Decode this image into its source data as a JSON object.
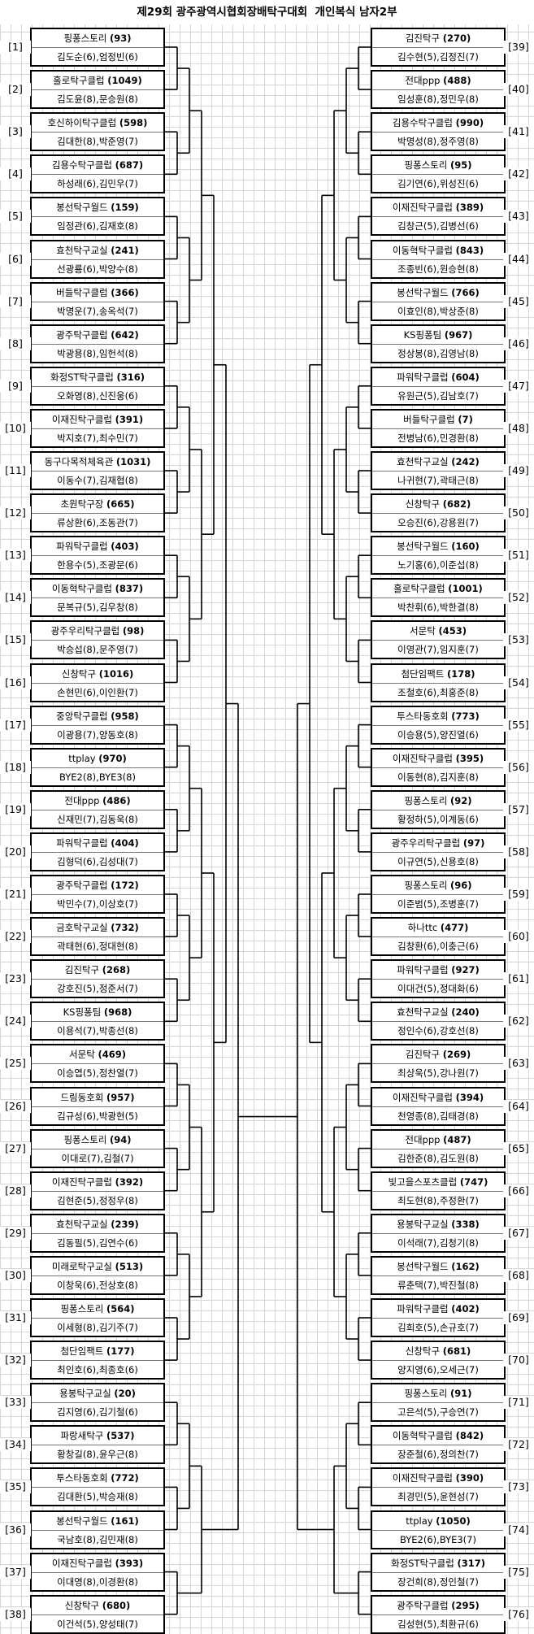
{
  "title": "제29회 광주광역시협회장배탁구대회  개인복식 남자2부",
  "left": [
    {
      "num": "[1]",
      "club": "핑퐁스토리",
      "id": "(93)",
      "players": "김도순(6),엄정빈(6)"
    },
    {
      "num": "[2]",
      "club": "홀로탁구클럽",
      "id": "(1049)",
      "players": "김도윤(8),문승원(8)"
    },
    {
      "num": "[3]",
      "club": "호신하이탁구클럽",
      "id": "(598)",
      "players": "김대한(8),박준영(7)"
    },
    {
      "num": "[4]",
      "club": "김용수탁구클럽",
      "id": "(687)",
      "players": "하성래(6),김민우(7)"
    },
    {
      "num": "[5]",
      "club": "봉선탁구월드",
      "id": "(159)",
      "players": "임정관(6),김재호(8)"
    },
    {
      "num": "[6]",
      "club": "효천탁구교실",
      "id": "(241)",
      "players": "선광룡(6),박양수(8)"
    },
    {
      "num": "[7]",
      "club": "버들탁구클럽",
      "id": "(366)",
      "players": "박명운(7),송옥석(7)"
    },
    {
      "num": "[8]",
      "club": "광주탁구클럽",
      "id": "(642)",
      "players": "박광용(8),임헌석(8)"
    },
    {
      "num": "[9]",
      "club": "화정ST탁구클럽",
      "id": "(316)",
      "players": "오화영(8),신진웅(6)"
    },
    {
      "num": "[10]",
      "club": "이재진탁구클럽",
      "id": "(391)",
      "players": "박지호(7),최수민(7)"
    },
    {
      "num": "[11]",
      "club": "동구다목적체육관",
      "id": "(1031)",
      "players": "이동수(7),김재협(8)"
    },
    {
      "num": "[12]",
      "club": "초원탁구장",
      "id": "(665)",
      "players": "류상환(6),조동관(7)"
    },
    {
      "num": "[13]",
      "club": "파워탁구클럽",
      "id": "(403)",
      "players": "한용수(5),조광문(6)"
    },
    {
      "num": "[14]",
      "club": "이동혁탁구클럽",
      "id": "(837)",
      "players": "문복규(5),김우창(8)"
    },
    {
      "num": "[15]",
      "club": "광주우리탁구클럽",
      "id": "(98)",
      "players": "박승섭(8),문주영(7)"
    },
    {
      "num": "[16]",
      "club": "신창탁구",
      "id": "(1016)",
      "players": "손현민(6),이인환(7)"
    },
    {
      "num": "[17]",
      "club": "중앙탁구클럽",
      "id": "(958)",
      "players": "이광용(7),양동호(8)"
    },
    {
      "num": "[18]",
      "club": "ttplay",
      "id": "(970)",
      "players": "BYE2(8),BYE3(8)"
    },
    {
      "num": "[19]",
      "club": "전대ppp",
      "id": "(486)",
      "players": "신재민(7),김동욱(8)"
    },
    {
      "num": "[20]",
      "club": "파워탁구클럽",
      "id": "(404)",
      "players": "김형덕(6),김성대(7)"
    },
    {
      "num": "[21]",
      "club": "광주탁구클럽",
      "id": "(172)",
      "players": "박민수(7),이상호(7)"
    },
    {
      "num": "[22]",
      "club": "금호탁구교실",
      "id": "(732)",
      "players": "곽태현(6),정대현(8)"
    },
    {
      "num": "[23]",
      "club": "김진탁구",
      "id": "(268)",
      "players": "강호진(5),정준서(7)"
    },
    {
      "num": "[24]",
      "club": "KS핑퐁팀",
      "id": "(968)",
      "players": "이용석(7),박종선(8)"
    },
    {
      "num": "[25]",
      "club": "서문탁",
      "id": "(469)",
      "players": "이승엽(5),정찬열(7)"
    },
    {
      "num": "[26]",
      "club": "드림동호회",
      "id": "(957)",
      "players": "김규성(6),박광현(5)"
    },
    {
      "num": "[27]",
      "club": "핑퐁스토리",
      "id": "(94)",
      "players": "이대로(7),김철(7)"
    },
    {
      "num": "[28]",
      "club": "이재진탁구클럽",
      "id": "(392)",
      "players": "김현준(5),정정우(8)"
    },
    {
      "num": "[29]",
      "club": "효천탁구교실",
      "id": "(239)",
      "players": "김동필(5),김연수(6)"
    },
    {
      "num": "[30]",
      "club": "미래로탁구교실",
      "id": "(513)",
      "players": "이창욱(6),전상호(8)"
    },
    {
      "num": "[31]",
      "club": "핑퐁스토리",
      "id": "(564)",
      "players": "이세형(8),김기주(7)"
    },
    {
      "num": "[32]",
      "club": "첨단임팩트",
      "id": "(177)",
      "players": "최인호(6),최종호(6)"
    },
    {
      "num": "[33]",
      "club": "용봉탁구교실",
      "id": "(20)",
      "players": "김지영(6),김기철(6)"
    },
    {
      "num": "[34]",
      "club": "파랑새탁구",
      "id": "(537)",
      "players": "황창길(8),윤우근(8)"
    },
    {
      "num": "[35]",
      "club": "투스타동호회",
      "id": "(772)",
      "players": "김대환(5),박승재(8)"
    },
    {
      "num": "[36]",
      "club": "봉선탁구월드",
      "id": "(161)",
      "players": "국남호(8),김민재(8)"
    },
    {
      "num": "[37]",
      "club": "이재진탁구클럽",
      "id": "(393)",
      "players": "이대영(8),이경환(8)"
    },
    {
      "num": "[38]",
      "club": "신창탁구",
      "id": "(680)",
      "players": "이건석(5),양성태(7)"
    }
  ],
  "right": [
    {
      "num": "[39]",
      "club": "김진탁구",
      "id": "(270)",
      "players": "김수현(5),김정진(7)"
    },
    {
      "num": "[40]",
      "club": "전대ppp",
      "id": "(488)",
      "players": "임성훈(8),정민우(8)"
    },
    {
      "num": "[41]",
      "club": "김용수탁구클럽",
      "id": "(990)",
      "players": "박명성(8),정주영(8)"
    },
    {
      "num": "[42]",
      "club": "핑퐁스토리",
      "id": "(95)",
      "players": "김기연(6),위성진(6)"
    },
    {
      "num": "[43]",
      "club": "이재진탁구클럽",
      "id": "(389)",
      "players": "김창근(5),김병선(6)"
    },
    {
      "num": "[44]",
      "club": "이동혁탁구클럽",
      "id": "(843)",
      "players": "조종빈(6),원승현(8)"
    },
    {
      "num": "[45]",
      "club": "봉선탁구월드",
      "id": "(766)",
      "players": "이효인(8),박상준(8)"
    },
    {
      "num": "[46]",
      "club": "KS핑퐁팀",
      "id": "(967)",
      "players": "정상봉(8),김영남(8)"
    },
    {
      "num": "[47]",
      "club": "파워탁구클럽",
      "id": "(604)",
      "players": "유원근(5),김남호(7)"
    },
    {
      "num": "[48]",
      "club": "버들탁구클럽",
      "id": "(7)",
      "players": "전병남(6),민경환(8)"
    },
    {
      "num": "[49]",
      "club": "효천탁구교실",
      "id": "(242)",
      "players": "나귀현(7),곽태근(8)"
    },
    {
      "num": "[50]",
      "club": "신창탁구",
      "id": "(682)",
      "players": "오승진(6),강용원(7)"
    },
    {
      "num": "[51]",
      "club": "봉선탁구월드",
      "id": "(160)",
      "players": "노기홍(6),이준섭(8)"
    },
    {
      "num": "[52]",
      "club": "홀로탁구클럽",
      "id": "(1001)",
      "players": "박찬휘(6),박한결(8)"
    },
    {
      "num": "[53]",
      "club": "서문탁",
      "id": "(453)",
      "players": "이영관(7),임지훈(7)"
    },
    {
      "num": "[54]",
      "club": "첨단임팩트",
      "id": "(178)",
      "players": "조철호(6),최홍준(8)"
    },
    {
      "num": "[55]",
      "club": "투스타동호회",
      "id": "(773)",
      "players": "이승용(5),양진열(6)"
    },
    {
      "num": "[56]",
      "club": "이재진탁구클럽",
      "id": "(395)",
      "players": "이동현(8),김지훈(8)"
    },
    {
      "num": "[57]",
      "club": "핑퐁스토리",
      "id": "(92)",
      "players": "황정하(5),이계동(6)"
    },
    {
      "num": "[58]",
      "club": "광주우리탁구클럽",
      "id": "(97)",
      "players": "이규연(5),신용호(8)"
    },
    {
      "num": "[59]",
      "club": "핑퐁스토리",
      "id": "(96)",
      "players": "이준범(5),조병훈(7)"
    },
    {
      "num": "[60]",
      "club": "하나ttc",
      "id": "(477)",
      "players": "김창환(6),이충근(6)"
    },
    {
      "num": "[61]",
      "club": "파워탁구클럽",
      "id": "(927)",
      "players": "이대건(5),정대화(6)"
    },
    {
      "num": "[62]",
      "club": "효천탁구교실",
      "id": "(240)",
      "players": "정인수(6),강호선(8)"
    },
    {
      "num": "[63]",
      "club": "김진탁구",
      "id": "(269)",
      "players": "최상욱(5),강나원(7)"
    },
    {
      "num": "[64]",
      "club": "이재진탁구클럽",
      "id": "(394)",
      "players": "천영종(8),김태경(8)"
    },
    {
      "num": "[65]",
      "club": "전대ppp",
      "id": "(487)",
      "players": "김한준(8),김도원(8)"
    },
    {
      "num": "[66]",
      "club": "빛고을스포츠클럽",
      "id": "(747)",
      "players": "최도현(8),주정환(7)"
    },
    {
      "num": "[67]",
      "club": "용봉탁구교실",
      "id": "(338)",
      "players": "이석래(7),김청기(8)"
    },
    {
      "num": "[68]",
      "club": "봉선탁구월드",
      "id": "(162)",
      "players": "류춘택(7),박진철(8)"
    },
    {
      "num": "[69]",
      "club": "파워탁구클럽",
      "id": "(402)",
      "players": "김희호(5),손규호(7)"
    },
    {
      "num": "[70]",
      "club": "신창탁구",
      "id": "(681)",
      "players": "양지영(6),오세근(7)"
    },
    {
      "num": "[71]",
      "club": "핑퐁스토리",
      "id": "(91)",
      "players": "고은석(5),구승연(7)"
    },
    {
      "num": "[72]",
      "club": "이동혁탁구클럽",
      "id": "(842)",
      "players": "장준철(6),정의찬(7)"
    },
    {
      "num": "[73]",
      "club": "이재진탁구클럽",
      "id": "(390)",
      "players": "최경민(5),윤현성(7)"
    },
    {
      "num": "[74]",
      "club": "ttplay",
      "id": "(1050)",
      "players": "BYE2(6),BYE3(7)"
    },
    {
      "num": "[75]",
      "club": "화정ST탁구클럽",
      "id": "(317)",
      "players": "장건희(8),정인철(7)"
    },
    {
      "num": "[76]",
      "club": "광주탁구클럽",
      "id": "(295)",
      "players": "김성현(5),최환규(6)"
    }
  ]
}
